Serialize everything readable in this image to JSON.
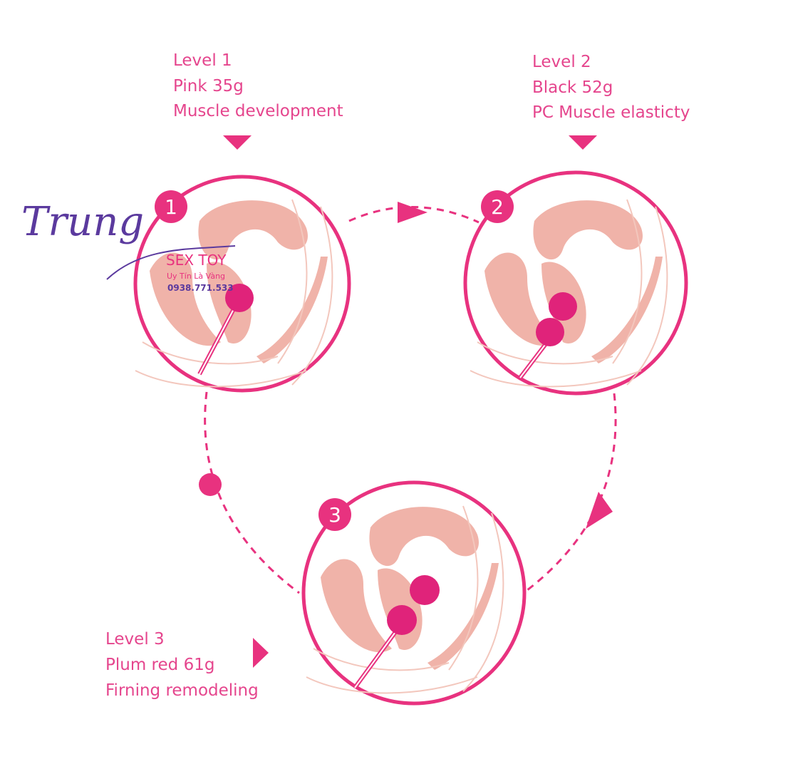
{
  "levels": [
    {
      "number": "1",
      "title": "Level 1",
      "weight": "Pink 35g",
      "effect": "Muscle development"
    },
    {
      "number": "2",
      "title": "Level 2",
      "weight": "Black 52g",
      "effect": "PC Muscle elasticty"
    },
    {
      "number": "3",
      "title": "Level 3",
      "weight": "Plum red 61g",
      "effect": "Firning remodeling"
    }
  ],
  "watermark": {
    "script": "Trung",
    "brand": "SEX TOY",
    "slogan": "Uy Tín Là Vàng",
    "phone": "0938.771.533"
  },
  "colors": {
    "accent": "#e8327f",
    "anatomy": "#f0b3a9",
    "anatomy_line": "#f3c7bd",
    "watermark_purple": "#5b3a9e"
  }
}
